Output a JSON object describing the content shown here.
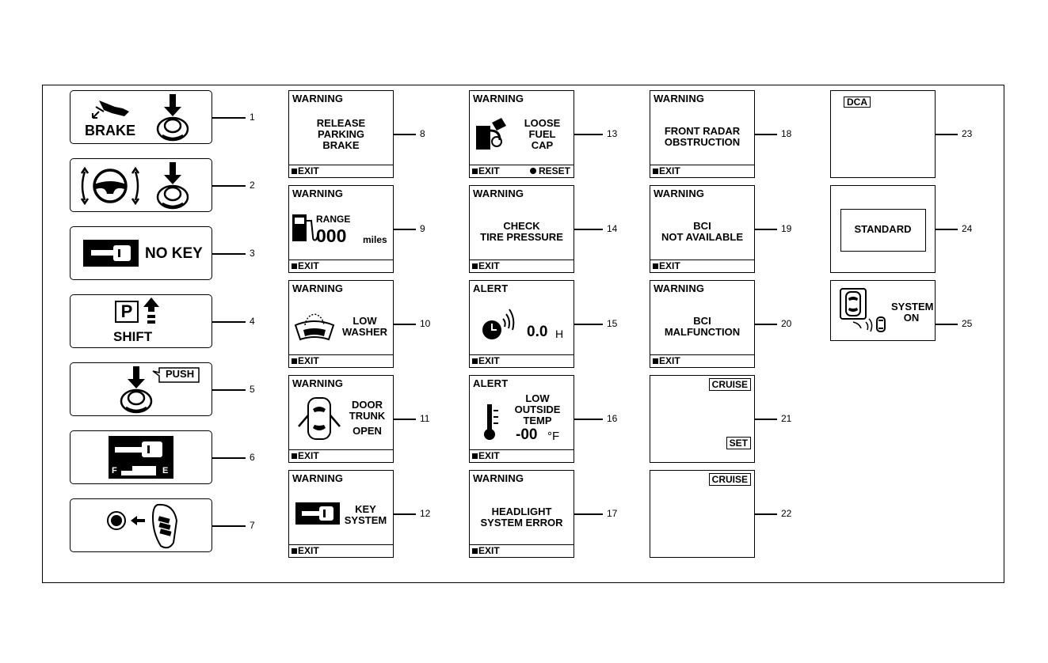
{
  "icons": {
    "brake_label": "BRAKE",
    "no_key_label": "NO KEY",
    "shift_label": "SHIFT",
    "park_letter": "P",
    "push_label": "PUSH",
    "fuel_f": "F",
    "fuel_e": "E"
  },
  "screen_common": {
    "warning": "WARNING",
    "alert": "ALERT",
    "exit": "EXIT",
    "reset": "RESET"
  },
  "screens": {
    "s8": {
      "lines": [
        "RELEASE",
        "PARKING",
        "BRAKE"
      ]
    },
    "s9": {
      "range": "RANGE",
      "value": "000",
      "unit": "miles"
    },
    "s10": {
      "lines": [
        "LOW",
        "WASHER"
      ]
    },
    "s11": {
      "lines": [
        "DOOR",
        "TRUNK",
        "OPEN"
      ]
    },
    "s12": {
      "lines": [
        "KEY",
        "SYSTEM"
      ]
    },
    "s13": {
      "lines": [
        "LOOSE",
        "FUEL",
        "CAP"
      ]
    },
    "s14": {
      "lines": [
        "CHECK",
        "TIRE PRESSURE"
      ]
    },
    "s15": {
      "value": "0.0",
      "unit": "H"
    },
    "s16": {
      "lines": [
        "LOW",
        "OUTSIDE",
        "TEMP"
      ],
      "value": "-00",
      "unit": "°F"
    },
    "s17": {
      "lines": [
        "HEADLIGHT",
        "SYSTEM ERROR"
      ]
    },
    "s18": {
      "lines": [
        "FRONT RADAR",
        "OBSTRUCTION"
      ]
    },
    "s19": {
      "lines": [
        "BCI",
        "NOT AVAILABLE"
      ]
    },
    "s20": {
      "lines": [
        "BCI",
        "MALFUNCTION"
      ]
    },
    "s21": {
      "cruise": "CRUISE",
      "set": "SET"
    },
    "s22": {
      "cruise": "CRUISE"
    },
    "s23": {
      "dca": "DCA"
    },
    "s24": {
      "mode": "STANDARD"
    },
    "s25": {
      "lines": [
        "SYSTEM",
        "ON"
      ]
    }
  },
  "callouts": [
    "1",
    "2",
    "3",
    "4",
    "5",
    "6",
    "7",
    "8",
    "9",
    "10",
    "11",
    "12",
    "13",
    "14",
    "15",
    "16",
    "17",
    "18",
    "19",
    "20",
    "21",
    "22",
    "23",
    "24",
    "25"
  ]
}
